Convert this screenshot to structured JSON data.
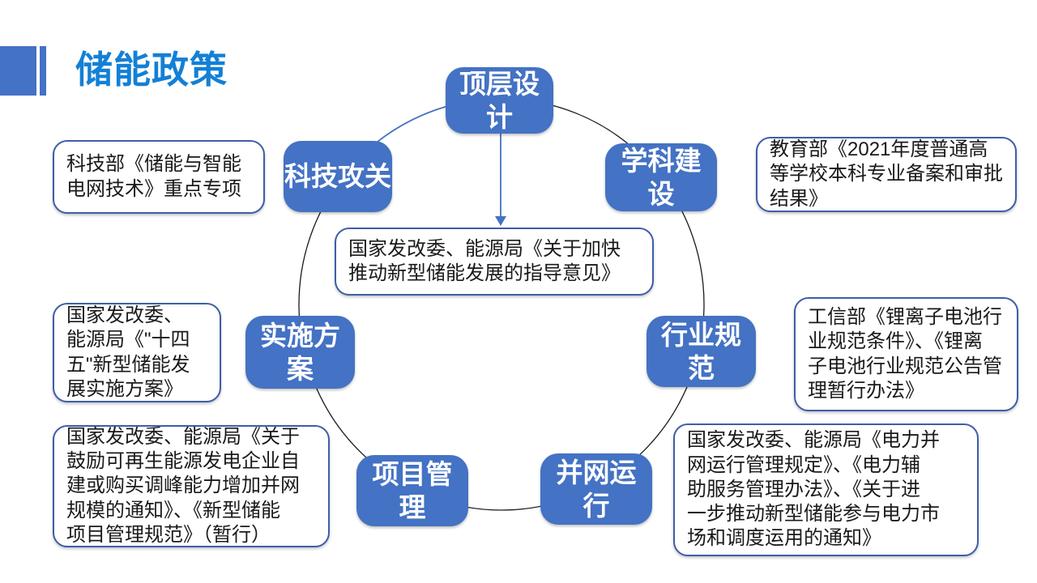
{
  "slide": {
    "title": "储能政策",
    "colors": {
      "title_text": "#1380D6",
      "node_fill": "#4472C4",
      "node_text": "#FFFFFF",
      "callout_border": "#3E5EA9",
      "callout_text": "#1A1A1A",
      "circle_stroke": "#1A1A1A",
      "highlight_arc": "#4472C4",
      "arrow": "#4472C4"
    },
    "nodes": {
      "top": "顶层设\n计",
      "tech": "科技攻关",
      "discipline": "学科建\n设",
      "implementation": "实施方\n案",
      "industry": "行业规\n范",
      "project": "项目管\n理",
      "grid": "并网运\n行"
    },
    "callouts": {
      "center": "国家发改委、能源局《关于加快\n推动新型储能发展的指导意见》",
      "tech": "科技部《储能与智能\n电网技术》重点专项",
      "discipline": "教育部《2021年度普通高\n等学校本科专业备案和审批\n结果》",
      "implementation": "国家发改委、\n能源局《\"十四\n五\"新型储能发\n展实施方案》",
      "industry": "工信部《锂离子电池行\n业规范条件》、《锂离\n子电池行业规范公告管\n理暂行办法》",
      "project": "国家发改委、能源局《关于\n鼓励可再生能源发电企业自\n建或购买调峰能力增加并网\n规模的通知》、《新型储能\n项目管理规范》（暂行）",
      "grid": "国家发改委、能源局《电力并\n网运行管理规定》、《电力辅\n助服务管理办法》、《关于进\n一步推动新型储能参与电力市\n场和调度运用的通知》"
    }
  }
}
